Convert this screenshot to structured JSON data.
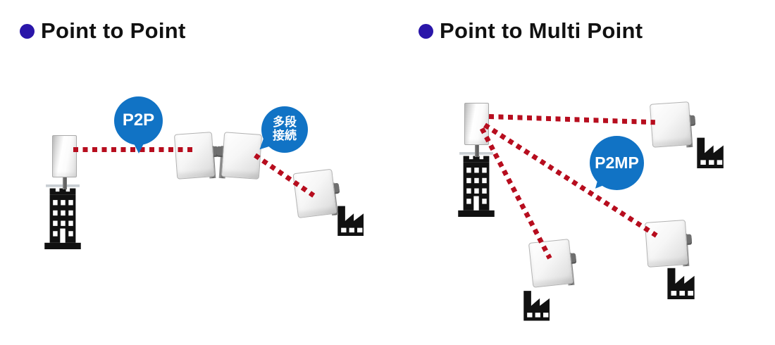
{
  "diagram": {
    "left": {
      "title": "Point to Point",
      "bubble_p2p": "P2P",
      "bubble_multihop_line1": "多段",
      "bubble_multihop_line2": "接続"
    },
    "right": {
      "title": "Point to Multi Point",
      "bubble_p2mp": "P2MP"
    }
  },
  "colors": {
    "bubble_blue": "#1173c5",
    "link_red": "#b70d1e",
    "bullet_indigo": "#2a16a9",
    "icon_black": "#111111"
  }
}
